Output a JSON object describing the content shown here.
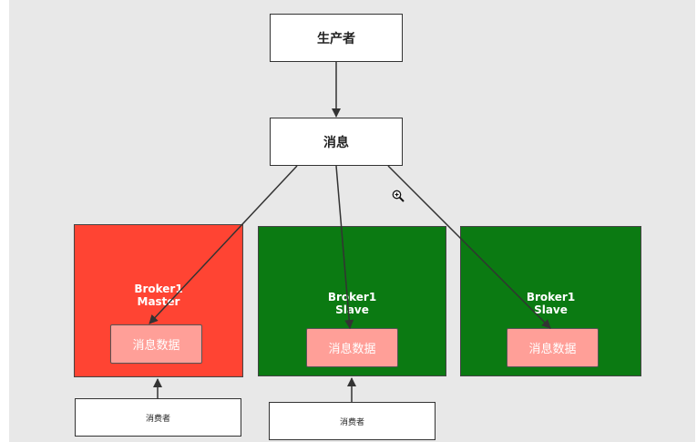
{
  "producer": {
    "label": "生产者"
  },
  "message": {
    "label": "消息"
  },
  "brokers": [
    {
      "name": "Broker1",
      "role": "Master",
      "data_label": "消息数据",
      "color": "#ff4433"
    },
    {
      "name": "Broker1",
      "role": "Slave",
      "data_label": "消息数据",
      "color": "#0b7a12"
    },
    {
      "name": "Broker1",
      "role": "Slave",
      "data_label": "消息数据",
      "color": "#0b7a12"
    }
  ],
  "consumers": [
    {
      "label": "消费者"
    },
    {
      "label": "消费者"
    }
  ],
  "colors": {
    "background": "#e8e8e8",
    "data_box": "#ff9f98",
    "arrow": "#333333"
  },
  "icons": {
    "cursor": "zoom-in-icon"
  }
}
